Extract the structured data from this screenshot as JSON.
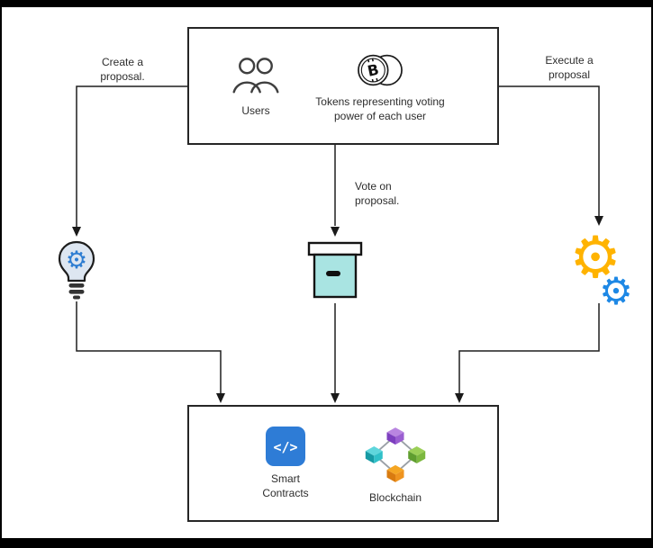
{
  "flow_labels": {
    "create": "Create a proposal.",
    "vote": "Vote on proposal.",
    "execute": "Execute a proposal"
  },
  "top_box": {
    "users_label": "Users",
    "tokens_label": "Tokens representing voting power of each user"
  },
  "bottom_box": {
    "smart_contracts_label": "Smart Contracts",
    "blockchain_label": "Blockchain"
  },
  "icons": {
    "bitcoin_letter": "B",
    "gear_glyph": "⚙",
    "code_glyph": "</>"
  },
  "colors": {
    "connector": "#1f1f1f",
    "ballot_box_fill": "#a9e4e2",
    "bulb_fill": "#dde6f1",
    "bulb_gear": "#2d7dd2",
    "gear_primary": "#ffb300",
    "gear_secondary": "#1e88e5",
    "smart_contracts_bg": "#2e7cd6"
  }
}
